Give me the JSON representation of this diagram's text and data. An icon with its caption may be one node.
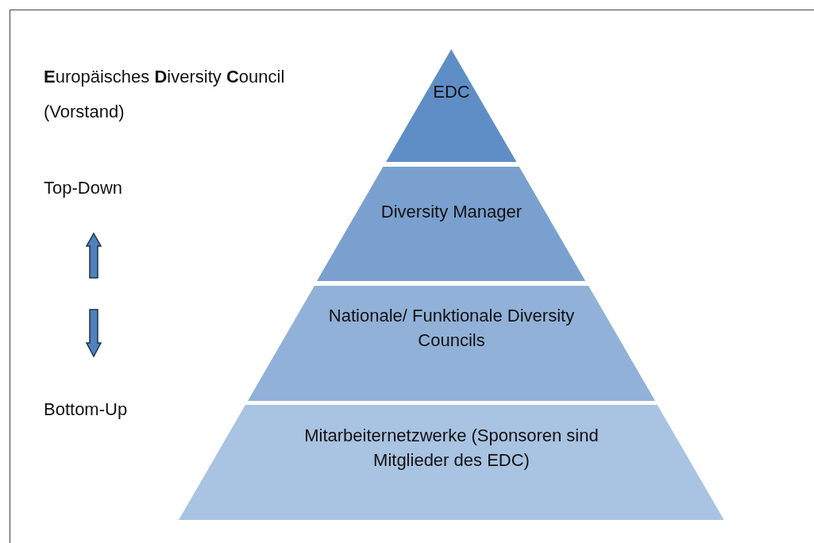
{
  "diagram": {
    "nodes": [
      {
        "text": [
          "EDC"
        ]
      },
      {
        "text": [
          "Diversity Manager"
        ]
      },
      {
        "text": [
          "Nationale/ Funktionale Diversity Councils"
        ]
      },
      {
        "text": [
          "Mitarbeiternetzwerke (Sponsoren sind Mitglieder des EDC)"
        ]
      }
    ],
    "edges": [],
    "labels": [
      "**E**uropäisches **D**iversity **C**ouncil",
      "(Vorstand)",
      "Top-Down",
      "Bottom-Up"
    ]
  }
}
